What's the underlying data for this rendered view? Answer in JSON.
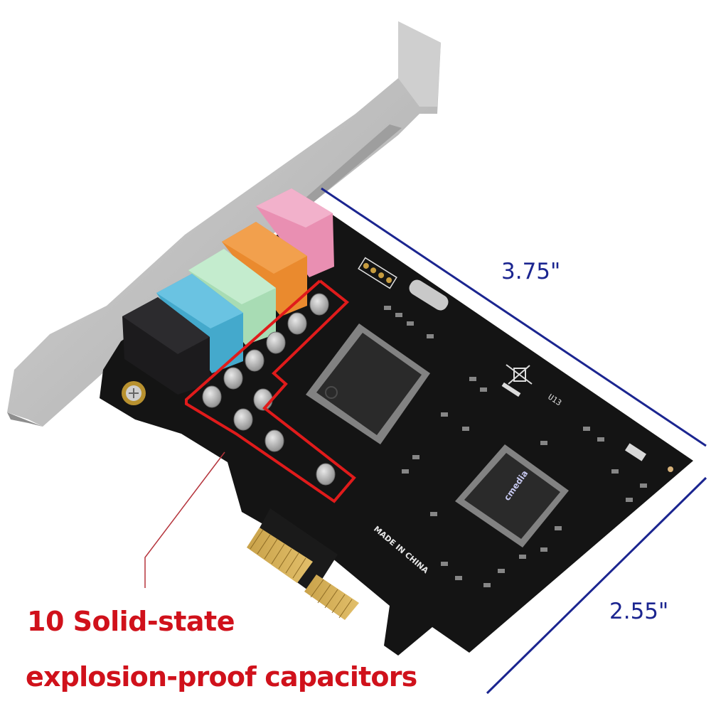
{
  "product": {
    "type": "PCIe sound card",
    "jack_colors": {
      "black": "#1c1b1d",
      "blue": "#44a9cc",
      "green": "#a8dcb4",
      "orange": "#ea8a2e",
      "pink": "#e98fb2"
    },
    "pcb_color": "#141414",
    "bracket_color": "#bfbfbf",
    "silkscreen": {
      "made_in": "MADE IN CHINA",
      "marking": "U13"
    }
  },
  "annotations": {
    "capacitor_caption_line1": "10 Solid-state",
    "capacitor_caption_line2": "explosion-proof capacitors",
    "capacitor_count": 10,
    "length_label": "3.75\"",
    "width_label": "2.55\"",
    "caption_color": "#d0111b",
    "dimension_color": "#1b2590",
    "highlight_color": "#e01b1b"
  }
}
